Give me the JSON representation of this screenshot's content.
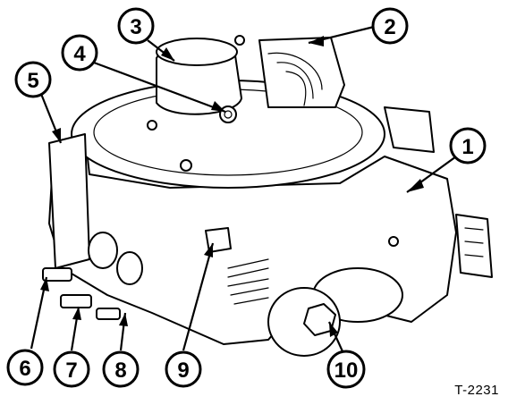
{
  "callouts": [
    {
      "id": "1",
      "label": "1"
    },
    {
      "id": "2",
      "label": "2"
    },
    {
      "id": "3",
      "label": "3"
    },
    {
      "id": "4",
      "label": "4"
    },
    {
      "id": "5",
      "label": "5"
    },
    {
      "id": "6",
      "label": "6"
    },
    {
      "id": "7",
      "label": "7"
    },
    {
      "id": "8",
      "label": "8"
    },
    {
      "id": "9",
      "label": "9"
    },
    {
      "id": "10",
      "label": "10"
    }
  ],
  "reference_code": "T-2231",
  "colors": {
    "ink": "#000000",
    "paper": "#ffffff"
  }
}
